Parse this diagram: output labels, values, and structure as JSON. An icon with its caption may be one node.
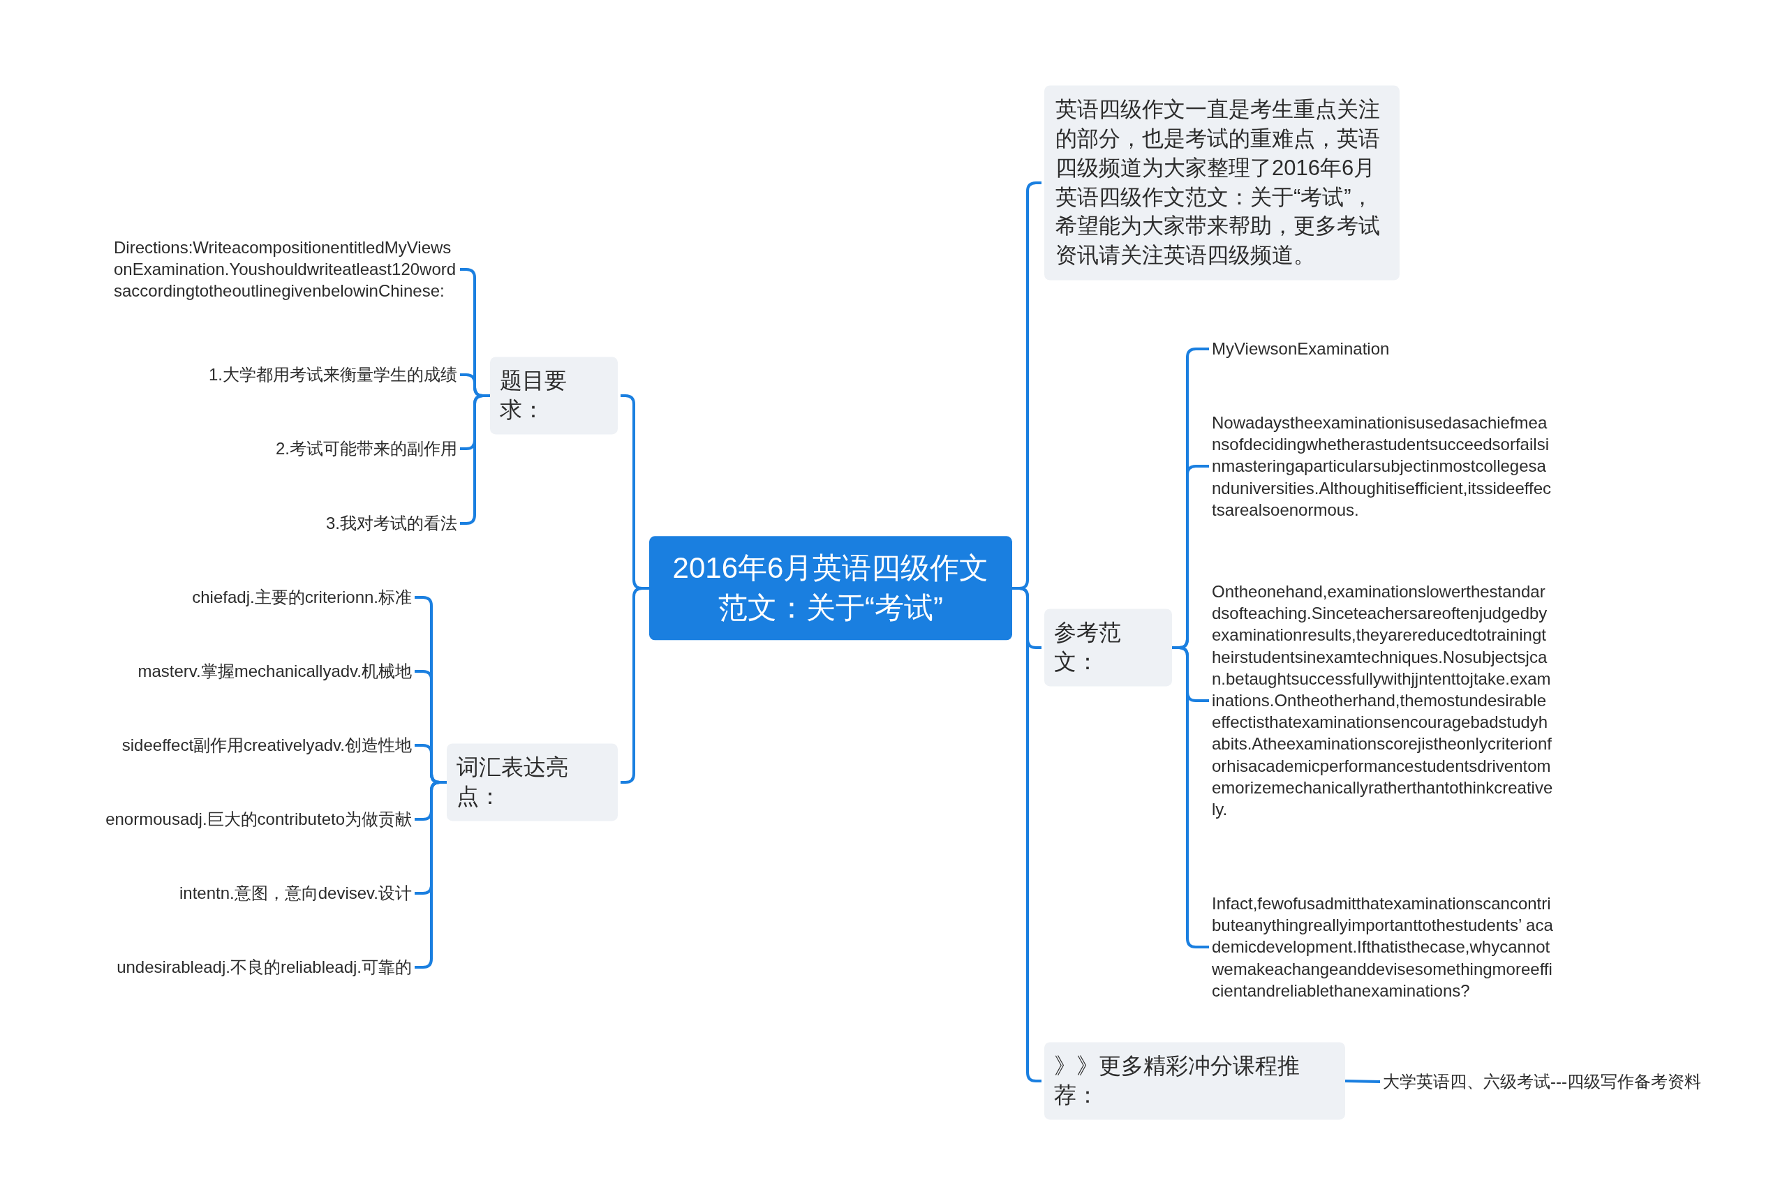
{
  "diagram": {
    "nodes": [
      {
        "text": [
          "2016年6月英语四级作文范文：关于“考试”"
        ]
      },
      {
        "text": [
          "题目要求："
        ]
      },
      {
        "text": [
          "Directions:WriteacompositionentitledMyViewsonExamination.Youshouldwriteatleast120wordsaccordingtotheoutlinegivenbelowinChinese:"
        ]
      },
      {
        "text": [
          "1.大学都用考试来衡量学生的成绩"
        ]
      },
      {
        "text": [
          "2.考试可能带来的副作用"
        ]
      },
      {
        "text": [
          "3.我对考试的看法"
        ]
      },
      {
        "text": [
          "词汇表达亮点："
        ]
      },
      {
        "text": [
          "chiefadj.主要的criterionn.标准"
        ]
      },
      {
        "text": [
          "masterv.掌握mechanicallyadv.机械地"
        ]
      },
      {
        "text": [
          "sideeffect副作用creativelyadv.创造性地"
        ]
      },
      {
        "text": [
          "enormousadj.巨大的contributeto为做贡献"
        ]
      },
      {
        "text": [
          "intentn.意图，意向devisev.设计"
        ]
      },
      {
        "text": [
          "undesirableadj.不良的reliableadj.可靠的"
        ]
      },
      {
        "text": [
          "英语四级作文一直是考生重点关注的部分，也是考试的重难点，英语四级频道为大家整理了2016年6月英语四级作文范文：关于“考试”，希望能为大家带来帮助，更多考试资讯请关注英语四级频道。"
        ]
      },
      {
        "text": [
          "参考范文："
        ]
      },
      {
        "text": [
          "MyViewsonExamination"
        ]
      },
      {
        "text": [
          "Nowadaystheexaminationisusedasachiefmeansofdecidingwhetherastudentsucceedsorfailsinmasteringaparticularsubjectinmostcollegesanduniversities.Althoughitisefficient,itssideeffectsarealsoenormous."
        ]
      },
      {
        "text": [
          "Ontheonehand,examinationslowerthestandardsofteaching.Sinceteachersareoftenjudgedbyexaminationresults,theyarereducedtotrainingtheirstudentsinexamtechniques.Nosubjectsjcan.betaughtsuccessfullywithjjntenttojtake.examinations.Ontheotherhand,themostundesirableeffectisthatexaminationsencouragebadstudyhabits.Atheexaminationscorejistheonlycriterionforhisacademicperformancestudentsdriventomemorizemechanicallyratherthantothinkcreatively."
        ]
      },
      {
        "text": [
          "Infact,fewofusadmitthatexaminationscancontributeanythingreallyimportanttothestudents’ academicdevelopment.Ifthatisthecase,whycannotwemakeachangeanddevisesomethingmoreefficientandreliablethanexaminations?"
        ]
      },
      {
        "text": [
          "》》更多精彩冲分课程推荐："
        ]
      },
      {
        "text": [
          "大学英语四、六级考试---四级写作备考资料"
        ]
      }
    ],
    "edges": [
      {
        "from": 0,
        "to": 1,
        "arrow": "none"
      },
      {
        "from": 0,
        "to": 6,
        "arrow": "none"
      },
      {
        "from": 0,
        "to": 13,
        "arrow": "none"
      },
      {
        "from": 0,
        "to": 14,
        "arrow": "none"
      },
      {
        "from": 0,
        "to": 19,
        "arrow": "none"
      },
      {
        "from": 1,
        "to": 2,
        "arrow": "none"
      },
      {
        "from": 1,
        "to": 3,
        "arrow": "none"
      },
      {
        "from": 1,
        "to": 4,
        "arrow": "none"
      },
      {
        "from": 1,
        "to": 5,
        "arrow": "none"
      },
      {
        "from": 6,
        "to": 7,
        "arrow": "none"
      },
      {
        "from": 6,
        "to": 8,
        "arrow": "none"
      },
      {
        "from": 6,
        "to": 9,
        "arrow": "none"
      },
      {
        "from": 6,
        "to": 10,
        "arrow": "none"
      },
      {
        "from": 6,
        "to": 11,
        "arrow": "none"
      },
      {
        "from": 6,
        "to": 12,
        "arrow": "none"
      },
      {
        "from": 14,
        "to": 15,
        "arrow": "none"
      },
      {
        "from": 14,
        "to": 16,
        "arrow": "none"
      },
      {
        "from": 14,
        "to": 17,
        "arrow": "none"
      },
      {
        "from": 14,
        "to": 18,
        "arrow": "none"
      },
      {
        "from": 19,
        "to": 20,
        "arrow": "none"
      }
    ]
  }
}
